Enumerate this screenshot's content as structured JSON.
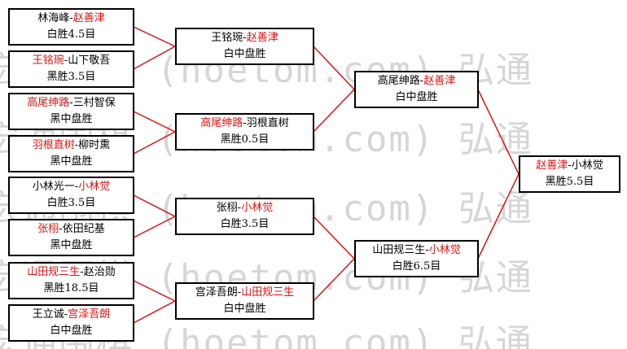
{
  "watermark": "宏通围棋 (hoetom.com) 弘通",
  "colors": {
    "line": "#e01010",
    "winner": "#e01010",
    "border": "#000000"
  },
  "matches": [
    {
      "id": "r1m1",
      "p1": "林海峰",
      "p2": "赵善津",
      "winner": 2,
      "result": "白胜4.5目"
    },
    {
      "id": "r1m2",
      "p1": "王铭琬",
      "p2": "山下敬吾",
      "winner": 1,
      "result": "黑胜3.5目"
    },
    {
      "id": "r1m3",
      "p1": "高尾绅路",
      "p2": "三村智保",
      "winner": 1,
      "result": "黑中盘胜"
    },
    {
      "id": "r1m4",
      "p1": "羽根直树",
      "p2": "柳时熏",
      "winner": 1,
      "result": "黑中盘胜"
    },
    {
      "id": "r1m5",
      "p1": "小林光一",
      "p2": "小林觉",
      "winner": 2,
      "result": "白胜3.5目"
    },
    {
      "id": "r1m6",
      "p1": "张栩",
      "p2": "依田纪基",
      "winner": 1,
      "result": "黑中盘胜"
    },
    {
      "id": "r1m7",
      "p1": "山田规三生",
      "p2": "赵治勋",
      "winner": 1,
      "result": "黑胜18.5目"
    },
    {
      "id": "r1m8",
      "p1": "王立诚",
      "p2": "宫泽吾朗",
      "winner": 2,
      "result": "白中盘胜"
    },
    {
      "id": "r2m1",
      "p1": "王铭琬",
      "p2": "赵善津",
      "winner": 2,
      "result": "白中盘胜"
    },
    {
      "id": "r2m2",
      "p1": "高尾绅路",
      "p2": "羽根直树",
      "winner": 1,
      "result": "黑胜0.5目"
    },
    {
      "id": "r2m3",
      "p1": "张栩",
      "p2": "小林觉",
      "winner": 2,
      "result": "白胜3.5目"
    },
    {
      "id": "r2m4",
      "p1": "宫泽吾朗",
      "p2": "山田规三生",
      "winner": 2,
      "result": "白中盘胜"
    },
    {
      "id": "r3m1",
      "p1": "高尾绅路",
      "p2": "赵善津",
      "winner": 2,
      "result": "白中盘胜"
    },
    {
      "id": "r3m2",
      "p1": "山田规三生",
      "p2": "小林觉",
      "winner": 2,
      "result": "白胜6.5目"
    },
    {
      "id": "final",
      "p1": "赵善津",
      "p2": "小林觉",
      "winner": 1,
      "result": "黑胜5.5目"
    }
  ]
}
